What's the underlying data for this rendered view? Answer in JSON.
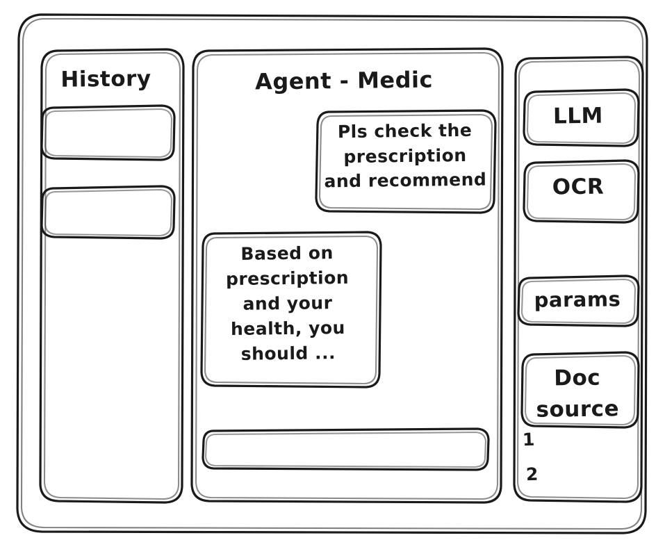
{
  "window": {
    "frame_label": "app-window",
    "ink_color": "#1a1a1a",
    "background_color": "#ffffff",
    "style": "hand-drawn-wireframe"
  },
  "sidebar": {
    "title": "History",
    "items": [
      {
        "label": "",
        "name": "history-item-1"
      },
      {
        "label": "",
        "name": "history-item-2"
      }
    ]
  },
  "main": {
    "title": "Agent - Medic",
    "messages": [
      {
        "role": "user",
        "text": "Pls check the\nprescription\nand recommend"
      },
      {
        "role": "agent",
        "text": "Based on\nprescription\nand your\nhealth, you\nshould ..."
      }
    ],
    "composer": {
      "value": "",
      "placeholder": ""
    }
  },
  "tools": {
    "cards": [
      {
        "label": "LLM",
        "name": "tool-card-llm"
      },
      {
        "label": "OCR",
        "name": "tool-card-ocr"
      },
      {
        "label": "params",
        "name": "tool-card-params"
      },
      {
        "label": "Doc\nsource",
        "name": "tool-card-doc-source"
      }
    ],
    "doc_sources": [
      {
        "label": "1"
      },
      {
        "label": "2"
      }
    ]
  }
}
